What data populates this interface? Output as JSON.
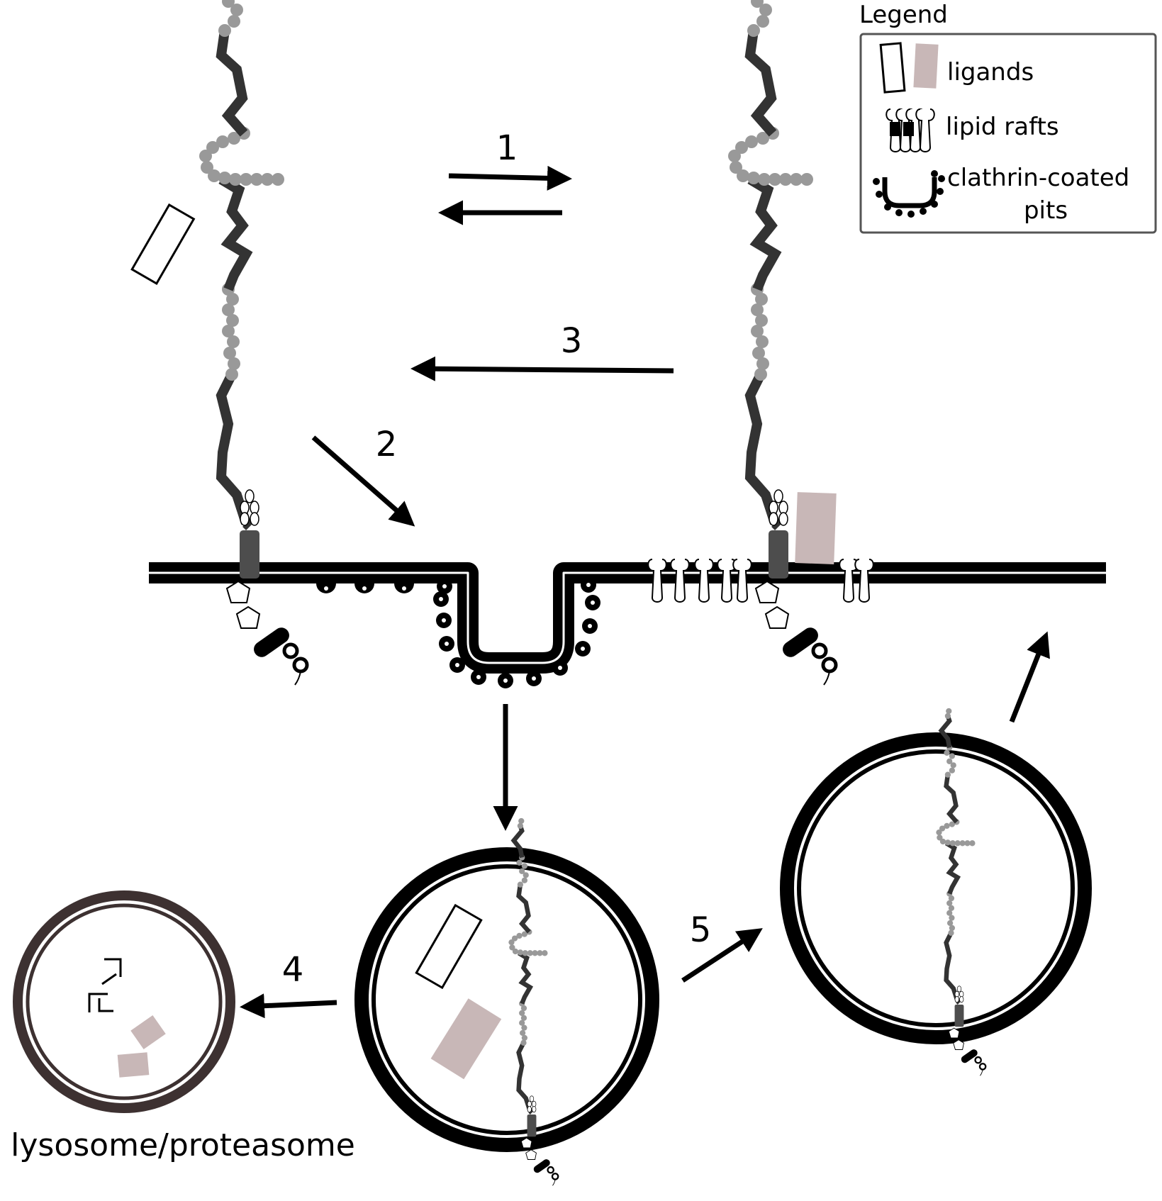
{
  "colors": {
    "membrane": "#000000",
    "protein_dark": "#333333",
    "protein_bead": "#999999",
    "anchor": "#4d4d4d",
    "ligand_filled": "#c8b7b7",
    "lysosome_ring": "#3d3131",
    "background": "#ffffff"
  },
  "legend": {
    "title": "Legend",
    "items": [
      {
        "icon": "ligand-icon",
        "label": "ligands"
      },
      {
        "icon": "lipid-raft-icon",
        "label": "lipid rafts"
      },
      {
        "icon": "clathrin-pit-icon",
        "label_line1": "clathrin-coated",
        "label_line2": "pits"
      }
    ]
  },
  "steps": {
    "step1": "1",
    "step2": "2",
    "step3": "3",
    "step4": "4",
    "step5": "5"
  },
  "compartments": {
    "lysosome_label": "lysosome/proteasome"
  }
}
